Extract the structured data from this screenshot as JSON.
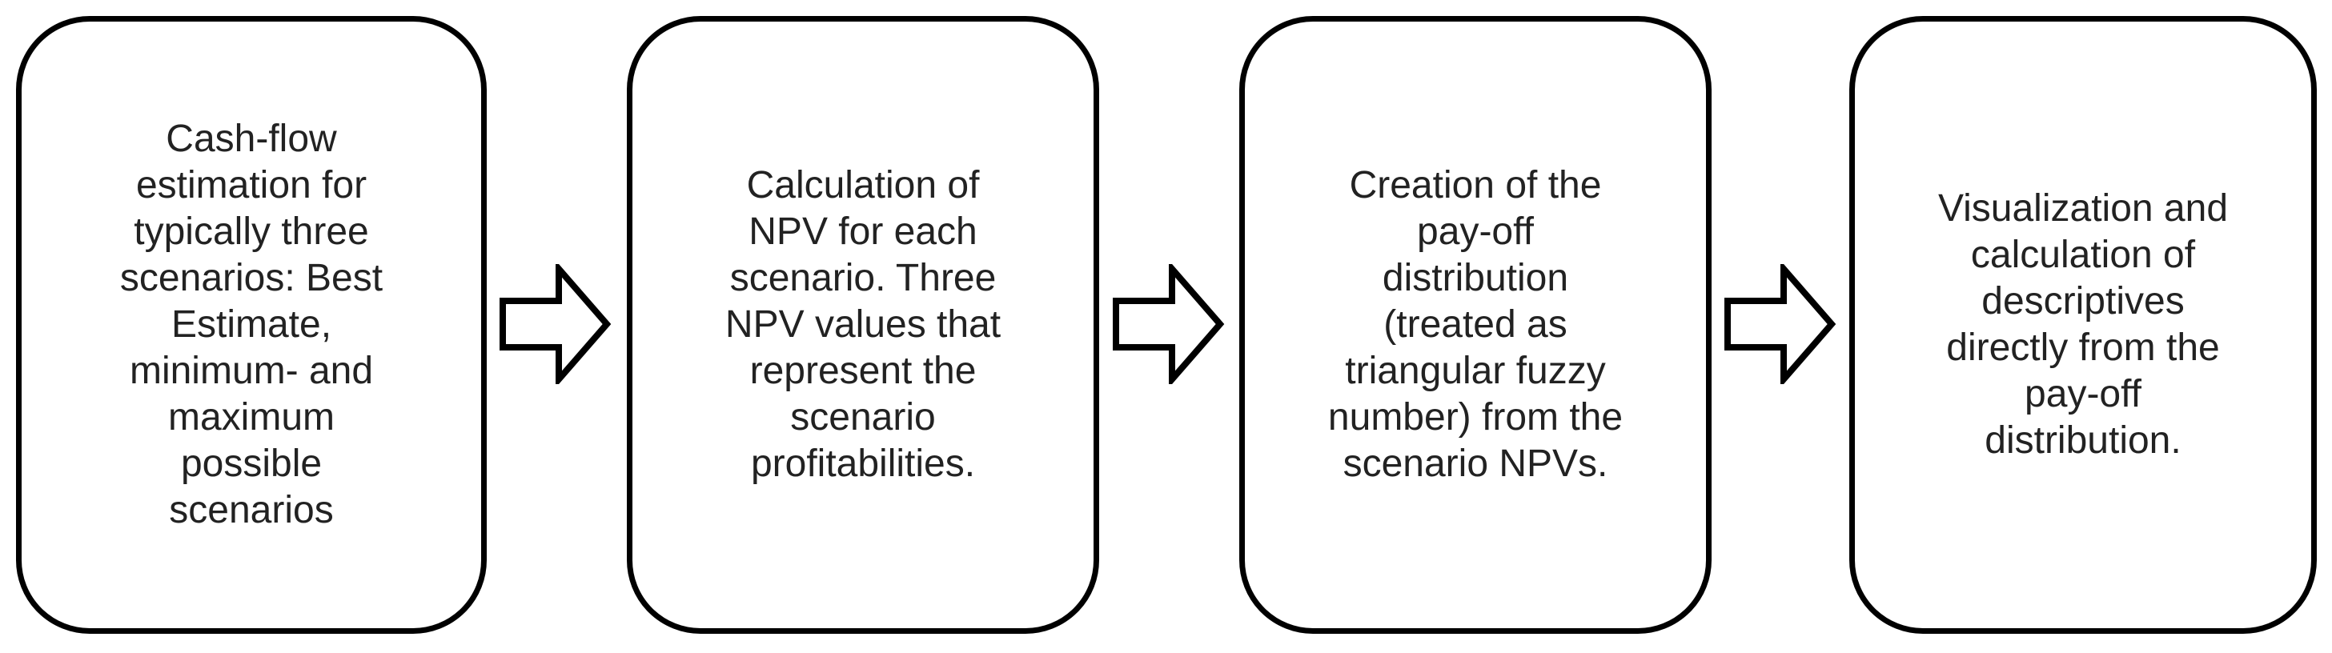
{
  "steps": [
    {
      "text": "Cash-flow\nestimation for\ntypically three\nscenarios: Best\nEstimate,\nminimum- and\nmaximum\npossible\nscenarios"
    },
    {
      "text": "Calculation of\nNPV for each\nscenario. Three\nNPV values that\nrepresent the\nscenario\nprofitabilities."
    },
    {
      "text": "Creation of the\npay-off\ndistribution\n(treated as\ntriangular fuzzy\nnumber) from the\nscenario NPVs."
    },
    {
      "text": "Visualization and\ncalculation of\ndescriptives\ndirectly from the\npay-off\ndistribution."
    }
  ],
  "arrows": [
    {
      "icon": "right-arrow-icon"
    },
    {
      "icon": "right-arrow-icon"
    },
    {
      "icon": "right-arrow-icon"
    }
  ],
  "colors": {
    "stroke": "#000000",
    "background": "#ffffff",
    "text": "#222222"
  }
}
